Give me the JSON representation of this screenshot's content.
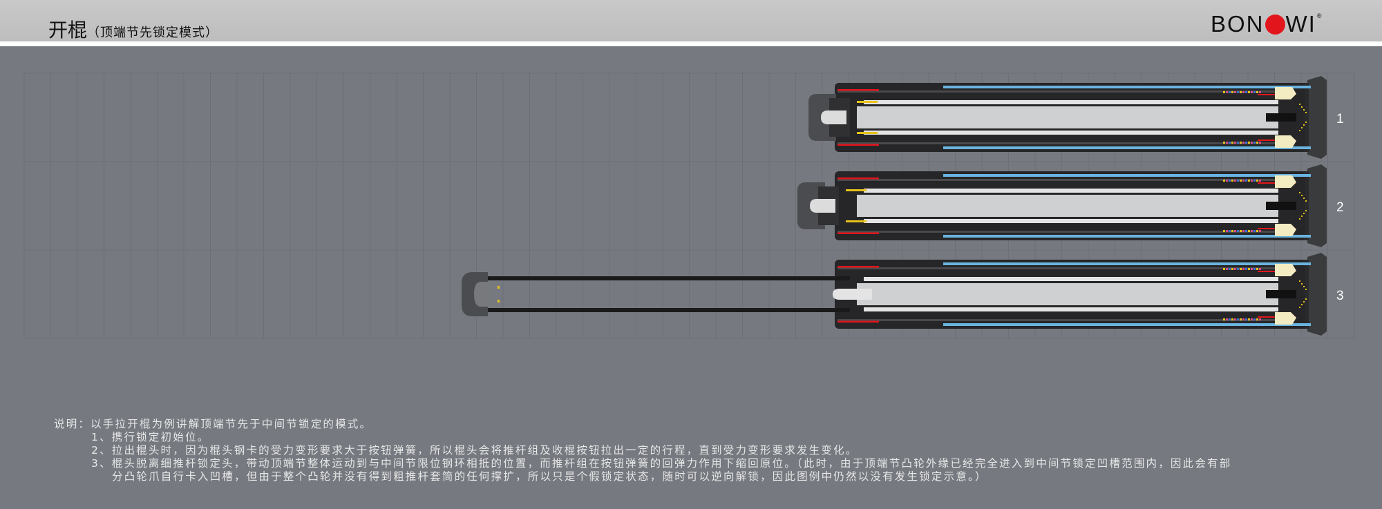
{
  "header": {
    "title": "开棍",
    "subtitle": "（顶端节先锁定模式）",
    "logo_text_left": "BON",
    "logo_text_right": "WI",
    "logo_registered": "®"
  },
  "colors": {
    "background": "#767a80",
    "header": "#c4c4c4",
    "accent": "#e3151c",
    "tube_blue": "#6ab4e0"
  },
  "stages": [
    {
      "label": "1"
    },
    {
      "label": "2"
    },
    {
      "label": "3"
    }
  ],
  "notes": {
    "heading": "说明：以手拉开棍为例讲解顶端节先于中间节锁定的模式。",
    "item1": "1、携行锁定初始位。",
    "item2": "2、拉出棍头时，因为棍头钢卡的受力变形要求大于按钮弹簧，所以棍头会将推杆组及收棍按钮拉出一定的行程，直到受力变形要求发生变化。",
    "item3": "3、棍头脱离细推杆锁定头，带动顶端节整体运动到与中间节限位钢环相抵的位置，而推杆组在按钮弹簧的回弹力作用下缩回原位。（此时，由于顶端节凸轮外缘已经完全进入到中间节锁定凹槽范围内，因此会有部",
    "item3_cont": "分凸轮爪自行卡入凹槽，但由于整个凸轮并没有得到粗推杆套筒的任何撑扩，所以只是个假锁定状态，随时可以逆向解锁，因此图例中仍然以没有发生锁定示意。）"
  }
}
